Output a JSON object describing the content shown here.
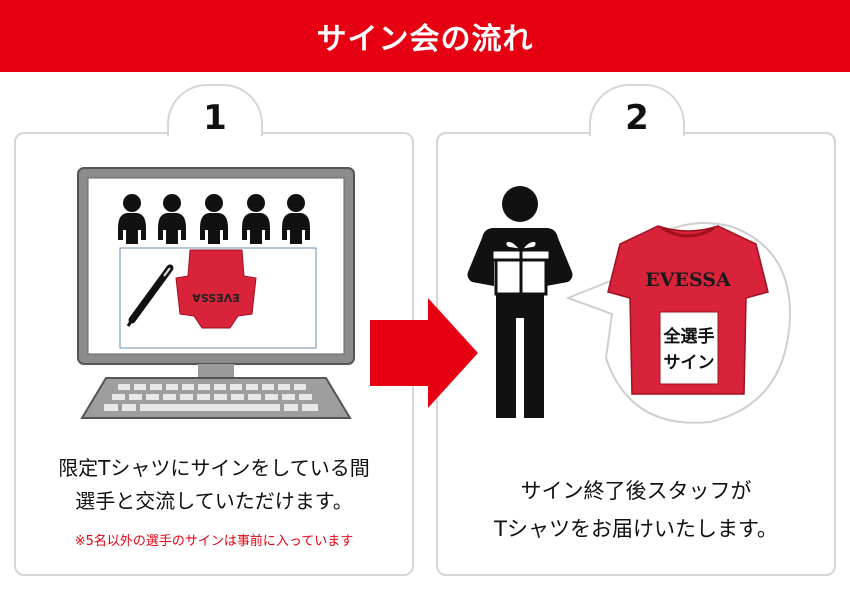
{
  "header": {
    "title": "サイン会の流れ"
  },
  "steps": [
    {
      "number": "1",
      "description_lines": [
        "限定Tシャツにサインをしている間",
        "選手と交流していただけます。"
      ],
      "note": "※5名以外の選手のサインは事前に入っています"
    },
    {
      "number": "2",
      "description_lines": [
        "サイン終了後スタッフが",
        "Tシャツをお届けいたします。"
      ]
    }
  ],
  "shirt": {
    "logo_text": "EVESSA",
    "tag_lines": [
      "全選手",
      "サイン"
    ]
  },
  "colors": {
    "brand_red": "#e60012",
    "shirt_red": "#d9233a",
    "black": "#111111"
  },
  "icons": [
    "monitor-icon",
    "people-icon",
    "pen-icon",
    "t-shirt-icon",
    "arrow-right-icon",
    "person-with-gift-icon",
    "speech-bubble-icon"
  ]
}
